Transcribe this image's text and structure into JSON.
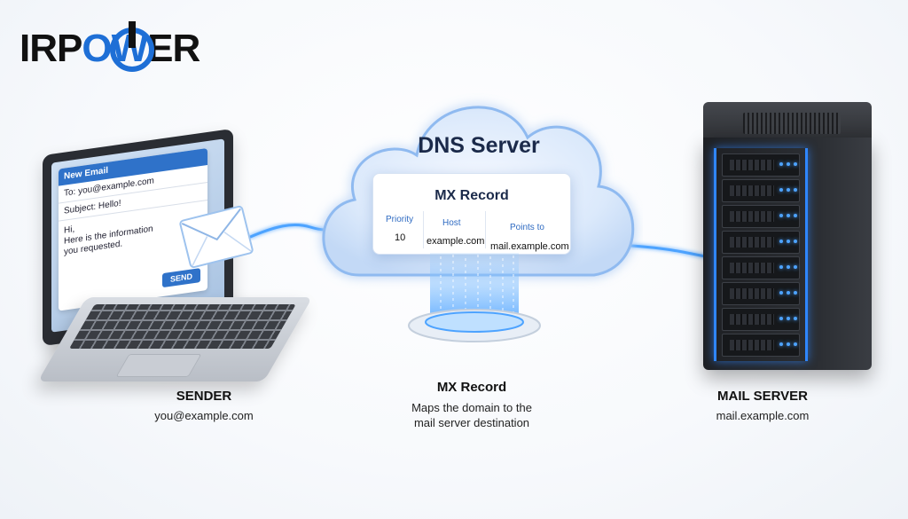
{
  "logo": {
    "text_before": "IRP",
    "text_mid": "OW",
    "text_after": "ER"
  },
  "email": {
    "window_title": "New Email",
    "to": "To: you@example.com",
    "subject": "Subject: Hello!",
    "greeting": "Hi,",
    "body_line1": "Here is the information",
    "body_line2": "you requested.",
    "send_label": "SEND"
  },
  "dns": {
    "title": "DNS Server",
    "card_title": "MX Record",
    "columns": [
      "Priority",
      "Host",
      "Points to"
    ],
    "values": [
      "10",
      "example.com",
      "mail.example.com"
    ]
  },
  "labels": {
    "sender_title": "SENDER",
    "sender_sub": "you@example.com",
    "mx_title": "MX Record",
    "mx_sub_line1": "Maps the domain to the",
    "mx_sub_line2": "mail server destination",
    "server_title": "MAIL SERVER",
    "server_sub": "mail.example.com"
  },
  "colors": {
    "accent": "#2f72c9",
    "glow": "#4da3ff",
    "dark_text": "#1b2a4a"
  }
}
